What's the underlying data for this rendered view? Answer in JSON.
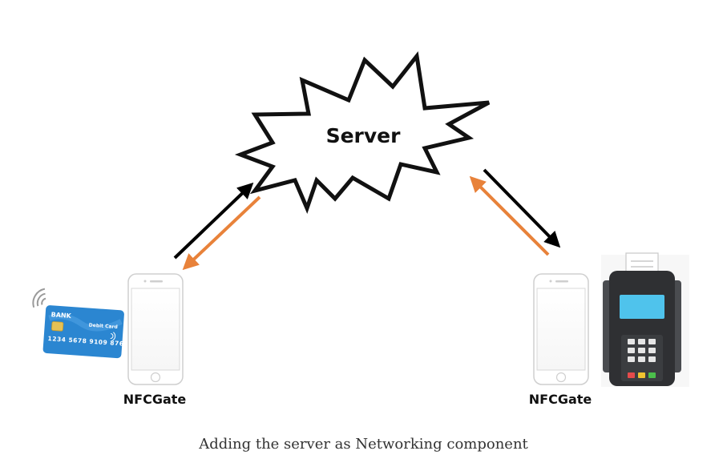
{
  "server": {
    "label": "Server"
  },
  "left_device": {
    "label": "NFCGate"
  },
  "right_device": {
    "label": "NFCGate"
  },
  "bank_card": {
    "bank": "BANK",
    "type": "Debit Card",
    "number": "1234 5678 9109 8765"
  },
  "caption": "Adding the server as Networking component",
  "colors": {
    "outgoing_arrow": "#000000",
    "incoming_arrow": "#e8823a",
    "card_blue": "#2b86d1",
    "terminal_dark": "#2f3033",
    "terminal_screen": "#4fc3ec"
  },
  "icons": [
    "nfc-waves-icon",
    "chip-icon",
    "smartphone-icon",
    "payment-terminal-icon"
  ]
}
